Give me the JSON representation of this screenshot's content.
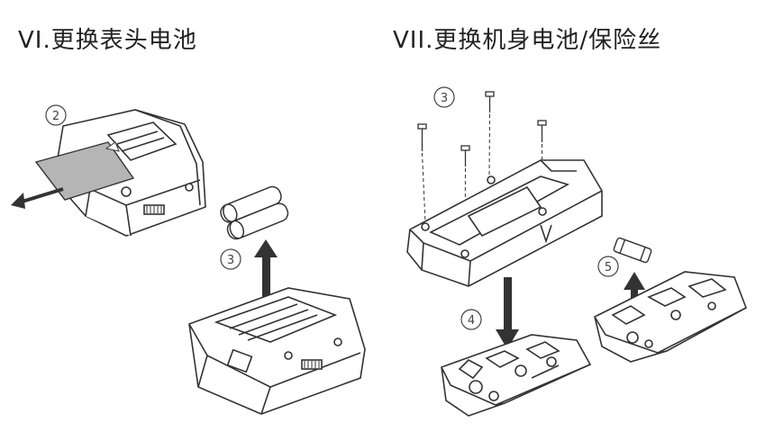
{
  "sections": [
    {
      "title": "VI.更换表头电池",
      "steps": [
        "2",
        "3"
      ]
    },
    {
      "title": "VII.更换机身电池/保险丝",
      "steps": [
        "3",
        "4",
        "5"
      ]
    }
  ],
  "colors": {
    "line": "#333333",
    "label_sheet": "#b5b5b5",
    "background": "#ffffff"
  }
}
